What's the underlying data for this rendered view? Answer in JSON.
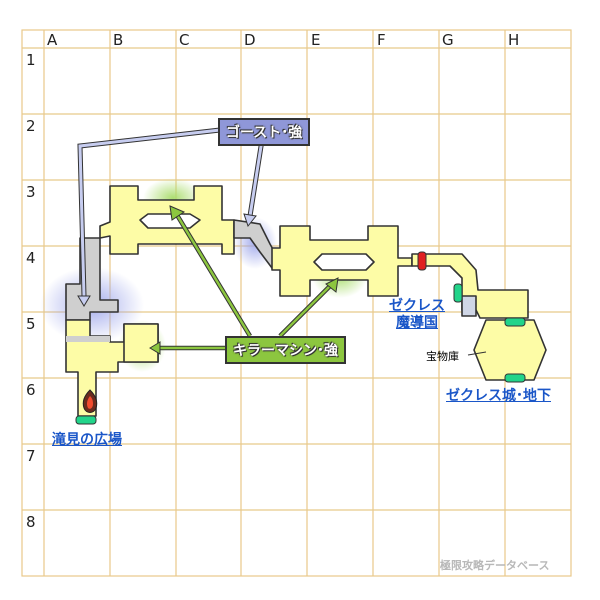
{
  "grid": {
    "columns": [
      "A",
      "B",
      "C",
      "D",
      "E",
      "F",
      "G",
      "H"
    ],
    "rows": [
      "1",
      "2",
      "3",
      "4",
      "5",
      "6",
      "7",
      "8"
    ]
  },
  "enemies": {
    "ghost_strong": "ゴースト･強",
    "killer_machine_strong": "キラーマシン･強"
  },
  "locations": {
    "waterfall_plaza": "滝見の広場",
    "zekres_kingdom_line1": "ゼクレス",
    "zekres_kingdom_line2": "魔導国",
    "zekres_castle_underground": "ゼクレス城･地下",
    "treasure_room": "宝物庫"
  },
  "credit": "極限攻略データベース",
  "colors": {
    "grid_line": "#e8c98a",
    "room_fill": "#fdfca6",
    "room_outline": "#333333",
    "ghost_zone": "#a9b0e8",
    "killer_zone": "#b5e07c",
    "gray_area": "#cfcfcf",
    "exit_marker": "#22d48a",
    "door_red": "#e02020",
    "link_blue": "#1a56c8"
  },
  "icons": [
    "flame-icon"
  ]
}
